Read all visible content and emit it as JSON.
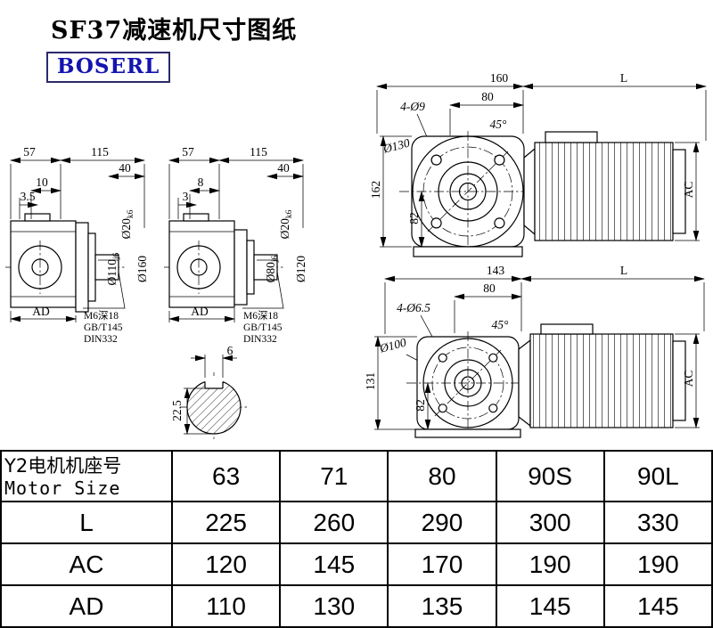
{
  "page": {
    "title": "SF37减速机尺寸图纸",
    "brand": "BOSERL"
  },
  "view_a": {
    "d57": "57",
    "d115": "115",
    "d40": "40",
    "d10": "10",
    "d3_5": "3.5",
    "shaft": "Ø20",
    "shaft_sub": "k6",
    "spigot": "Ø110",
    "spigot_sub": "j6",
    "flange": "Ø160",
    "ad": "AD",
    "note1": "M6深18",
    "note2": "GB/T145",
    "note3": "DIN332"
  },
  "view_b": {
    "d57": "57",
    "d115": "115",
    "d40": "40",
    "d8": "8",
    "d3": "3",
    "shaft": "Ø20",
    "shaft_sub": "k6",
    "spigot": "Ø80",
    "spigot_sub": "j6",
    "flange": "Ø120",
    "ad": "AD",
    "note1": "M6深18",
    "note2": "GB/T145",
    "note3": "DIN332"
  },
  "view_c": {
    "d160": "160",
    "dL": "L",
    "d80": "80",
    "bolts": "4-Ø9",
    "angle": "45°",
    "bolt_circle": "Ø130",
    "height": "162",
    "half": "82",
    "ac": "AC"
  },
  "view_d": {
    "d143": "143",
    "dL": "L",
    "d80": "80",
    "bolts": "4-Ø6.5",
    "angle": "45°",
    "bolt_circle": "Ø100",
    "height": "131",
    "half": "82",
    "ac": "AC"
  },
  "view_e": {
    "key_width": "6",
    "depth": "22.5"
  },
  "table": {
    "header_cn": "Y2电机机座号",
    "header_en": "Motor Size",
    "motor_sizes": [
      "63",
      "71",
      "80",
      "90S",
      "90L"
    ],
    "rows": [
      {
        "label": "L",
        "values": [
          "225",
          "260",
          "290",
          "300",
          "330"
        ]
      },
      {
        "label": "AC",
        "values": [
          "120",
          "145",
          "170",
          "190",
          "190"
        ]
      },
      {
        "label": "AD",
        "values": [
          "110",
          "130",
          "135",
          "145",
          "145"
        ]
      }
    ]
  }
}
